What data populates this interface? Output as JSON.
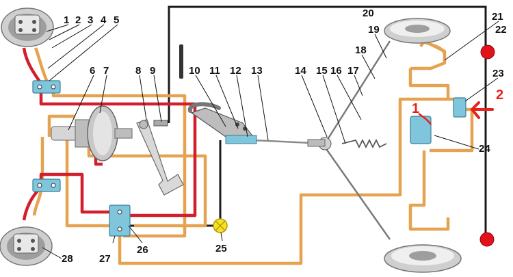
{
  "diagram": {
    "colors": {
      "background": "#ffffff",
      "brake_line_orange": "#e5a250",
      "brake_line_red": "#d21f2b",
      "wire_black": "#1a1a1a",
      "metal_light": "#d6d6d6",
      "metal_dark": "#8a8a8a",
      "fitting_blue": "#7fc6dc",
      "lamp_red": "#e3121a",
      "lamp_yellow": "#f5e12a",
      "annotation_red": "#e8201a"
    },
    "labels": [
      "1",
      "2",
      "3",
      "4",
      "5",
      "6",
      "7",
      "8",
      "9",
      "10",
      "11",
      "12",
      "13",
      "14",
      "15",
      "16",
      "17",
      "18",
      "19",
      "20",
      "21",
      "22",
      "23",
      "24",
      "25",
      "26",
      "27",
      "28"
    ],
    "annotations": [
      "1",
      "2"
    ]
  }
}
